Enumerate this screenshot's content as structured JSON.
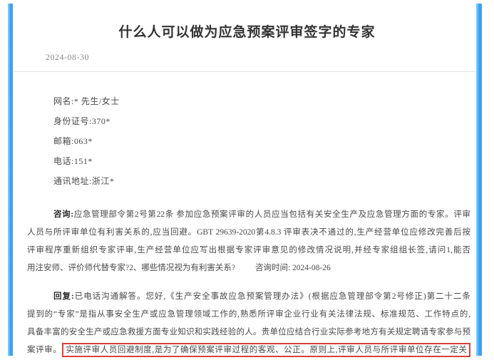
{
  "header": {
    "title": "什么人可以做为应急预案评审签字的专家",
    "date": "2024-08-30"
  },
  "user_info": {
    "lines": [
      "网名:* 先生/女士",
      "身份证号:370*",
      "邮箱:063*",
      "电话:151*",
      "通讯地址:浙江*"
    ]
  },
  "consult": {
    "label": "咨询:",
    "line1": "应急管理部令第2号第22条 参加应急预案评审的人员应当包括有关安全生产及应急管理方面的专家。评审",
    "line2": "人员与所评审单位有利害关系的,应当回避。GBT 29639-2020第4.8.3 评审表决不通过的,生产经营单位应修改完善后按",
    "line3": "评审程序重新组织专家评审,生产经营单位应写出根据专家评审意见的修改情况说明,并经专家组组长签,请问1,能否",
    "line4": "用注安师、评价师代替专家?2、哪些情况视为有利害关系?",
    "time": "咨询时间: 2024-08-26"
  },
  "reply": {
    "label": "回复:",
    "line1": "已电话沟通解答。您好,《生产安全事故应急预案管理办法》(根据应急管理部令第2号修正)第二十二条",
    "line2": "提到的“专家”是指从事安全生产或应急管理领域工作的,熟悉所评审企业行业有关法律法规、标准规范、工作特点的,",
    "line3": "具备丰富的安全生产或应急救援方面专业知识和实践经验的人。贵单位应结合行业实际参考地方有关规定聘请专家参与预",
    "line4_prefix": "案评审。",
    "line4_highlight": "实施评审人员回避制度,是为了确保预案评审过程的客观、公正。原则上,评审人员与所评审单位存在一定关"
  },
  "colors": {
    "accent_bar_blue": "#35a0f2",
    "highlight_box_red": "#d9403c",
    "title_text": "#333333",
    "body_text": "#4a4a4a",
    "date_text": "#8a8a8a"
  }
}
